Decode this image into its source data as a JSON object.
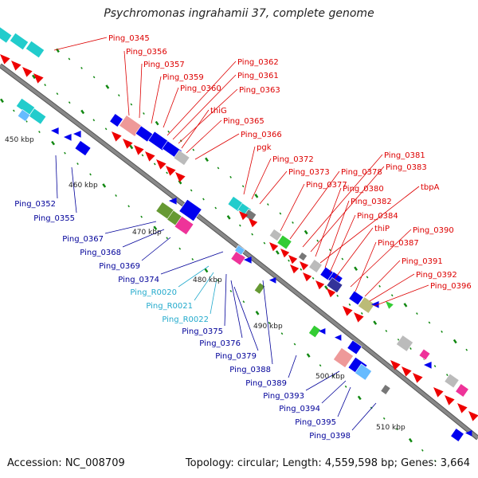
{
  "title": "Psychromonas ingrahamii 37, complete genome",
  "accession": "Accession: NC_008709",
  "summary": "Topology: circular; Length: 4,559,598 bp; Genes: 3,664",
  "colors": {
    "backbone": "#888888",
    "forward_label": "#dd0000",
    "reverse_label": "#000099",
    "rna_label": "#22aacc",
    "tick": "#118811",
    "cyan": "#22cccc",
    "red": "#ee0000",
    "blue": "#0000ee",
    "pink": "#ee3399",
    "lightpink": "#ee9999",
    "olive": "#669933",
    "green": "#33cc33",
    "gray": "#bbbbbb",
    "darkgray": "#777777",
    "navy": "#333399",
    "khaki": "#bbbb77",
    "lightblue": "#66bbff"
  },
  "scale_labels": [
    "450 kbp",
    "460 kbp",
    "470 kbp",
    "480 kbp",
    "490 kbp",
    "500 kbp",
    "510 kbp"
  ],
  "forward_labels": [
    "Ping_0345",
    "Ping_0356",
    "Ping_0357",
    "Ping_0359",
    "Ping_0360",
    "Ping_0362",
    "Ping_0361",
    "Ping_0363",
    "thiG",
    "Ping_0365",
    "Ping_0366",
    "pgk",
    "Ping_0372",
    "Ping_0373",
    "Ping_0377",
    "Ping_0378",
    "Ping_0381",
    "Ping_0383",
    "Ping_0380",
    "tbpA",
    "Ping_0382",
    "Ping_0384",
    "thiP",
    "Ping_0390",
    "Ping_0387",
    "Ping_0391",
    "Ping_0392",
    "Ping_0396"
  ],
  "reverse_labels": [
    "Ping_0352",
    "Ping_0355",
    "Ping_0367",
    "Ping_0368",
    "Ping_0369",
    "Ping_0374",
    "Ping_0375",
    "Ping_0376",
    "Ping_0379",
    "Ping_0388",
    "Ping_0389",
    "Ping_0393",
    "Ping_0394",
    "Ping_0395",
    "Ping_0398"
  ],
  "rna_labels": [
    "Ping_R0020",
    "Ping_R0021",
    "Ping_R0022"
  ]
}
